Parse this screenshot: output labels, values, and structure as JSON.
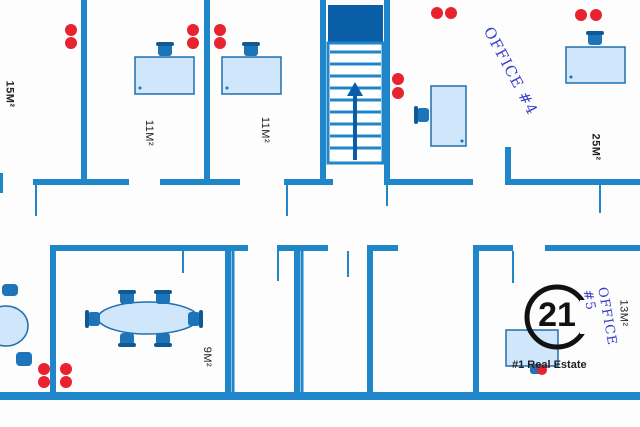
{
  "plan": {
    "colors": {
      "wall": "#1f86c9",
      "desk": "#cfe6fb",
      "chair": "#1e74b8",
      "fire_marker": "#e8232f",
      "stair_dark": "#0a5ea8",
      "handwriting": "#3a3ccc"
    },
    "rooms": [
      {
        "area": "15M²"
      },
      {
        "area": "11M²"
      },
      {
        "area": "11M²"
      },
      {
        "area": "25M²"
      },
      {
        "area": "9M²"
      },
      {
        "area": "13M²"
      }
    ],
    "handwritten_labels": [
      {
        "text": "OFFICE #4"
      },
      {
        "text": "OFFICE #5"
      }
    ],
    "stairs": {
      "icon": "up-arrow-icon"
    },
    "markers": {
      "icon": "fire-extinguisher-marker"
    }
  },
  "logo": {
    "number": "21",
    "tagline": "#1 Real Estate"
  }
}
